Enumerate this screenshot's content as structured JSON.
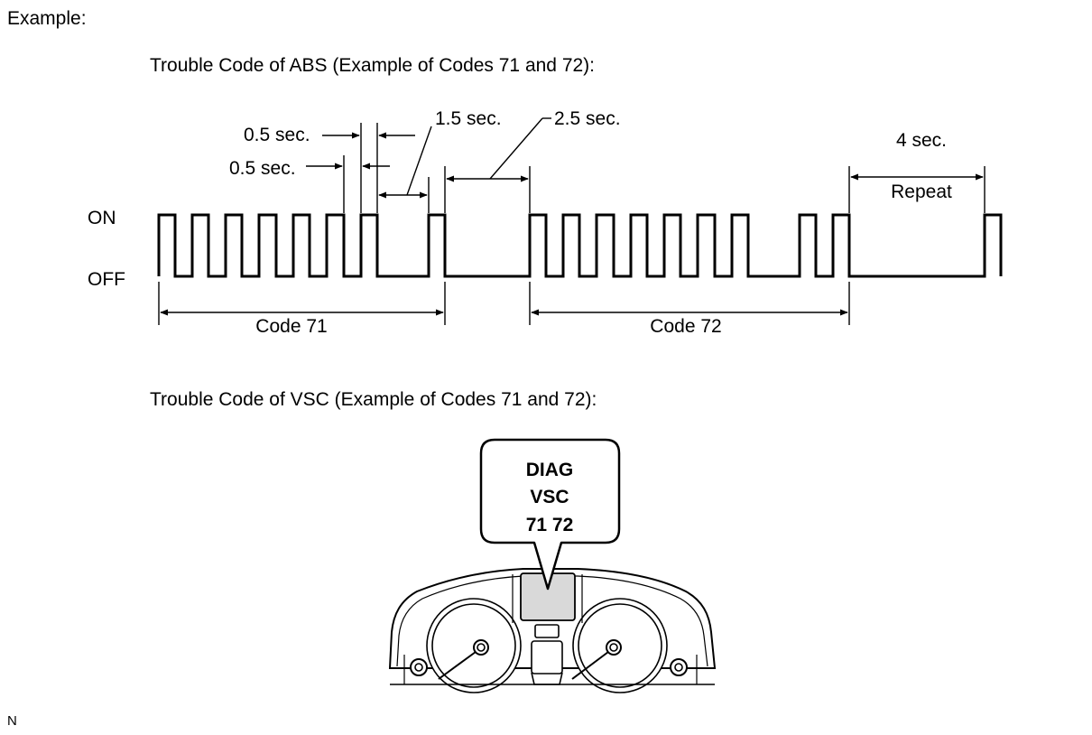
{
  "heading": "Example:",
  "abs": {
    "title": "Trouble Code of ABS (Example of Codes 71 and 72):",
    "on_label": "ON",
    "off_label": "OFF",
    "ann_half_a": "0.5 sec.",
    "ann_half_b": "0.5 sec.",
    "ann_one_five": "1.5 sec.",
    "ann_two_five": "2.5 sec.",
    "ann_four": "4 sec.",
    "repeat_label": "Repeat",
    "code71_label": "Code 71",
    "code72_label": "Code 72"
  },
  "vsc": {
    "title": "Trouble Code of VSC (Example of Codes 71 and 72):",
    "bubble_line1": "DIAG",
    "bubble_line2": "VSC",
    "bubble_line3": "71 72"
  },
  "footer": "N"
}
